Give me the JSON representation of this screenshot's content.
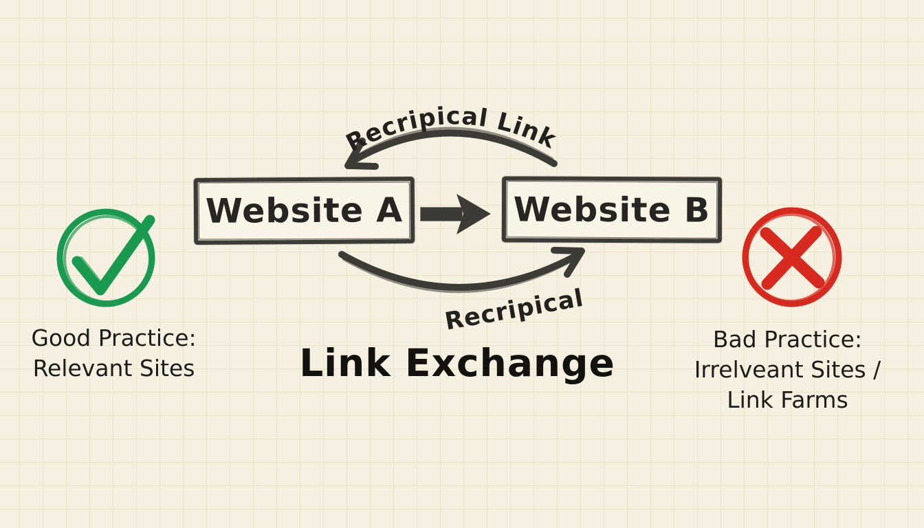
{
  "page": {
    "background_color": "#f5f0e0",
    "grid_color": "#e9e2cc",
    "ink_color": "#3c3b36",
    "text_color": "#1d1c1a"
  },
  "diagram": {
    "title": "Link Exchange",
    "nodes": [
      {
        "label": "Website A"
      },
      {
        "label": "Website B"
      }
    ],
    "arrows": {
      "top_label": "Recripical Link",
      "bottom_label": "Recripical",
      "straight_arrow": "right-arrow-icon"
    },
    "good_practice": {
      "icon": "check-circle-icon",
      "color": "#1a9a50",
      "line1": "Good Practice:",
      "line2": "Relevant Sites"
    },
    "bad_practice": {
      "icon": "x-circle-icon",
      "color": "#d7291e",
      "line1": "Bad Practice:",
      "line2": "Irrelveant Sites /",
      "line3": "Link Farms"
    }
  }
}
